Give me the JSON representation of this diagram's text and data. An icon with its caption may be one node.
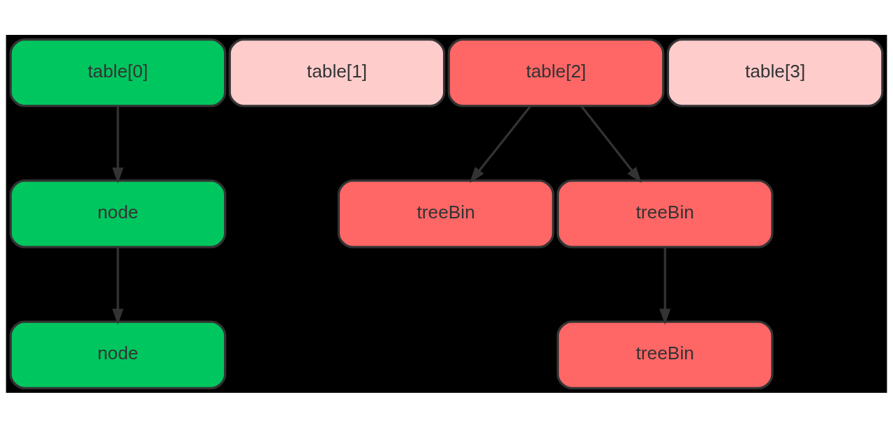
{
  "diagram": {
    "nodes": [
      {
        "text": [
          "table[0]"
        ]
      },
      {
        "text": [
          "table[1]"
        ]
      },
      {
        "text": [
          "table[2]"
        ]
      },
      {
        "text": [
          "table[3]"
        ]
      },
      {
        "text": [
          "node"
        ]
      },
      {
        "text": [
          "node"
        ]
      },
      {
        "text": [
          "treeBin"
        ]
      },
      {
        "text": [
          "treeBin"
        ]
      },
      {
        "text": [
          "treeBin"
        ]
      }
    ],
    "edges": [
      {
        "from": 0,
        "to": 4,
        "arrow": "to"
      },
      {
        "from": 4,
        "to": 5,
        "arrow": "to"
      },
      {
        "from": 2,
        "to": 6,
        "arrow": "to"
      },
      {
        "from": 2,
        "to": 7,
        "arrow": "to"
      },
      {
        "from": 7,
        "to": 8,
        "arrow": "to"
      }
    ]
  }
}
